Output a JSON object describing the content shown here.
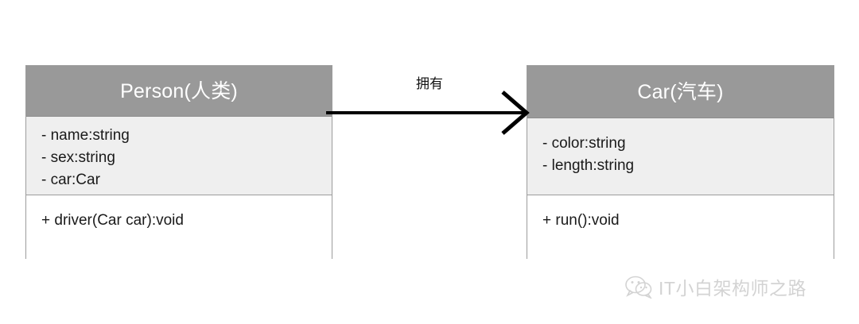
{
  "diagram": {
    "type": "uml-class-diagram",
    "background_color": "#ffffff",
    "header_color": "#999999",
    "attributes_color": "#efefef",
    "methods_color": "#ffffff",
    "border_color": "#9c9c9c",
    "line_color": "#000000"
  },
  "classes": [
    {
      "id": "person",
      "title": "Person(人类)",
      "attributes": [
        "- name:string",
        "- sex:string",
        "- car:Car"
      ],
      "methods": [
        "+ driver(Car car):void"
      ]
    },
    {
      "id": "car",
      "title": "Car(汽车)",
      "attributes": [
        "- color:string",
        "- length:string"
      ],
      "methods": [
        "+ run():void"
      ]
    }
  ],
  "association": {
    "label": "拥有",
    "from": "person",
    "to": "car",
    "arrow_style": "open-arrow"
  },
  "watermark": {
    "icon": "wechat-icon",
    "text": "IT小白架构师之路"
  }
}
